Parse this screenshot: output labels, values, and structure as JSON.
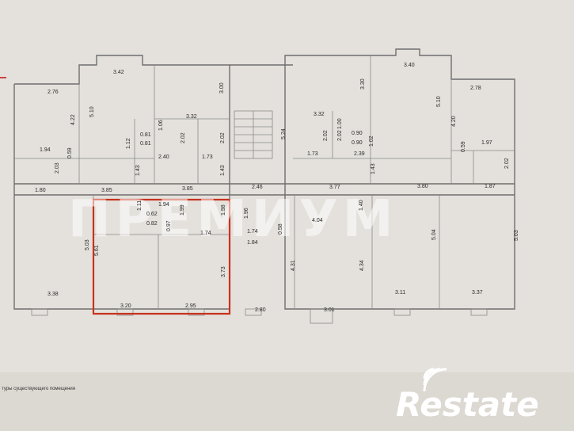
{
  "watermark_text": "ПРЕМИУМ",
  "legend_text": "туры существующего помещения",
  "brand": {
    "name": "Restate",
    "color": "#ffffff"
  },
  "highlight_color": "#c8321e",
  "dimensions": [
    "3.42",
    "2.76",
    "4.22",
    "5.10",
    "3.00",
    "3.32",
    "0.81",
    "0.81",
    "1.12",
    "1.06",
    "2.02",
    "2.02",
    "1.94",
    "0.59",
    "2.40",
    "1.73",
    "2.03",
    "1.43",
    "1.43",
    "5.24",
    "1.80",
    "3.85",
    "3.85",
    "2.46",
    "1.11",
    "1.94",
    "0.62",
    "0.82",
    "0.97",
    "1.99",
    "1.98",
    "1.74",
    "1.96",
    "1.74",
    "0.58",
    "1.84",
    "5.03",
    "5.61",
    "3.73",
    "4.31",
    "3.38",
    "3.20",
    "2.95",
    "2.80",
    "3.40",
    "2.78",
    "3.30",
    "3.32",
    "5.10",
    "4.20",
    "1.00",
    "2.02",
    "2.02",
    "0.90",
    "0.90",
    "1.02",
    "1.73",
    "2.39",
    "0.59",
    "1.97",
    "2.02",
    "1.43",
    "3.77",
    "3.80",
    "1.87",
    "4.04",
    "1.40",
    "5.04",
    "5.03",
    "4.34",
    "3.01",
    "3.11",
    "3.37"
  ]
}
